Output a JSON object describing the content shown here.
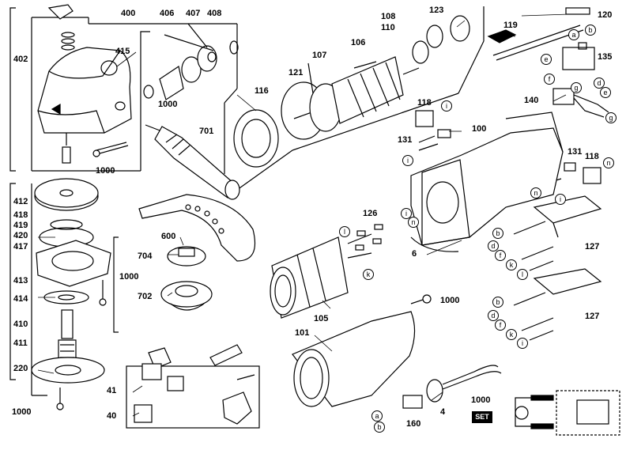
{
  "labels": {
    "p400": "400",
    "p406": "406",
    "p407": "407",
    "p408": "408",
    "p402": "402",
    "p415": "415",
    "p1000a": "1000",
    "p1000b": "1000",
    "p701": "701",
    "p116": "116",
    "p121": "121",
    "p107": "107",
    "p106": "106",
    "p108": "108",
    "p110": "110",
    "p123": "123",
    "p119": "119",
    "p120": "120",
    "p135": "135",
    "p140": "140",
    "p118a": "118",
    "p131a": "131",
    "p100": "100",
    "p131b": "131",
    "p118b": "118",
    "p412": "412",
    "p418": "418",
    "p419": "419",
    "p420": "420",
    "p417": "417",
    "p413": "413",
    "p414": "414",
    "p410": "410",
    "p411": "411",
    "p220": "220",
    "p1000c": "1000",
    "p1000d": "1000",
    "p600": "600",
    "p704": "704",
    "p702": "702",
    "p126": "126",
    "p6": "6",
    "p127a": "127",
    "p105": "105",
    "p1000e": "1000",
    "p127b": "127",
    "p101": "101",
    "p41": "41",
    "p40": "40",
    "p4": "4",
    "p160": "160",
    "p1000f": "1000",
    "set": "SET"
  },
  "callouts": {
    "a1": "a",
    "b1": "b",
    "e1": "e",
    "f1": "f",
    "d1": "d",
    "g1": "g",
    "e2": "e",
    "g2": "g",
    "i1": "i",
    "i2": "i",
    "n1": "n",
    "n2": "n",
    "i3": "i",
    "l1": "l",
    "i4": "i",
    "n3": "n",
    "k1": "k",
    "b2": "b",
    "d2": "d",
    "f2": "f",
    "k2": "k",
    "l2": "l",
    "b3": "b",
    "d3": "d",
    "f3": "f",
    "k3": "k",
    "i5": "i",
    "a2": "a",
    "b4": "b"
  },
  "icons": {
    "switch": "switch-icon",
    "brush_holder": "brush-holder-icon",
    "motor": "motor-icon",
    "plug": "plug-icon",
    "schematic": "wiring-schematic-icon"
  }
}
